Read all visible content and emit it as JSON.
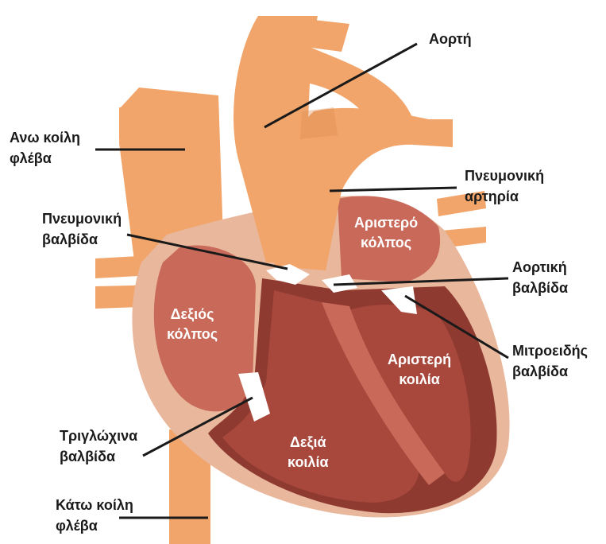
{
  "colors": {
    "vessel": "#F2A56A",
    "vessel_dark": "#D98A4E",
    "outer_wall": "#E8B79C",
    "atrium_fill": "#C8695A",
    "ventricle_fill": "#A8483C",
    "muscle": "#8E3A30",
    "valve": "#FFFFFF",
    "line": "#1a1a1a"
  },
  "labels": {
    "aorta": "Αορτή",
    "superior_vena_cava": [
      "Ανω κοίλη",
      "φλέβα"
    ],
    "pulmonary_artery": [
      "Πνευμονική",
      "αρτηρία"
    ],
    "pulmonary_valve": [
      "Πνευμονική",
      "βαλβίδα"
    ],
    "aortic_valve": [
      "Αορτική",
      "βαλβίδα"
    ],
    "mitral_valve": [
      "Μιτροειδής",
      "βαλβίδα"
    ],
    "tricuspid_valve": [
      "Τριγλώχινα",
      "βαλβίδα"
    ],
    "inferior_vena_cava": [
      "Κάτω κοίλη",
      "φλέβα"
    ],
    "left_atrium": [
      "Αριστερό",
      "κόλπος"
    ],
    "right_atrium": [
      "Δεξιός",
      "κόλπος"
    ],
    "left_ventricle": [
      "Αριστερή",
      "κοιλία"
    ],
    "right_ventricle": [
      "Δεξιά",
      "κοιλία"
    ]
  }
}
